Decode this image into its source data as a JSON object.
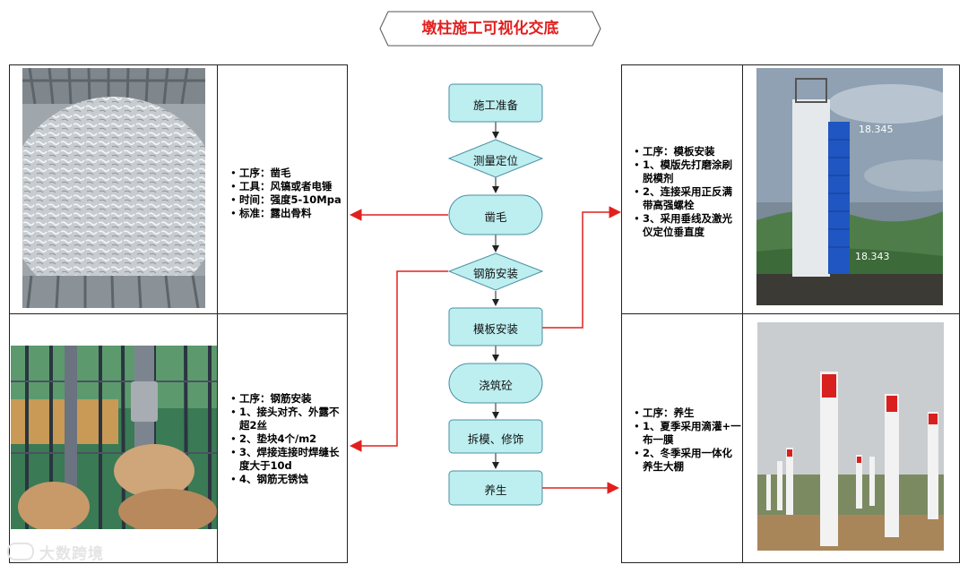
{
  "title": "墩柱施工可视化交底",
  "flow_steps": [
    "施工准备",
    "测量定位",
    "凿毛",
    "钢筋安装",
    "模板安装",
    "浇筑砼",
    "拆模、修饰",
    "养生"
  ],
  "left_top": {
    "lines": [
      "工序：凿毛",
      "工具：风镐或者电锤",
      "时间：强度5-10Mpa",
      "标准：露出骨料"
    ]
  },
  "left_bottom": {
    "lines": [
      "工序：钢筋安装",
      "1、接头对齐、外露不超2丝",
      "2、垫块4个/m2",
      "3、焊接连接时焊缝长度大于10d",
      "4、钢筋无锈蚀"
    ]
  },
  "right_top": {
    "lines": [
      "工序：模板安装",
      "1、模版先打磨涂刷脱模剂",
      "2、连接采用正反满带高强螺栓",
      "3、采用垂线及激光仪定位垂直度"
    ],
    "photo_labels": [
      "18.345",
      "18.343"
    ]
  },
  "right_bottom": {
    "lines": [
      "工序：养生",
      "1、夏季采用滴灌+一布一膜",
      "2、冬季采用一体化养生大棚"
    ]
  },
  "watermark": "大数跨境",
  "colors": {
    "title": "#e1201e",
    "node_fill": "#bdeef0",
    "node_stroke": "#4a90a4",
    "arrow_red": "#e1201e"
  }
}
